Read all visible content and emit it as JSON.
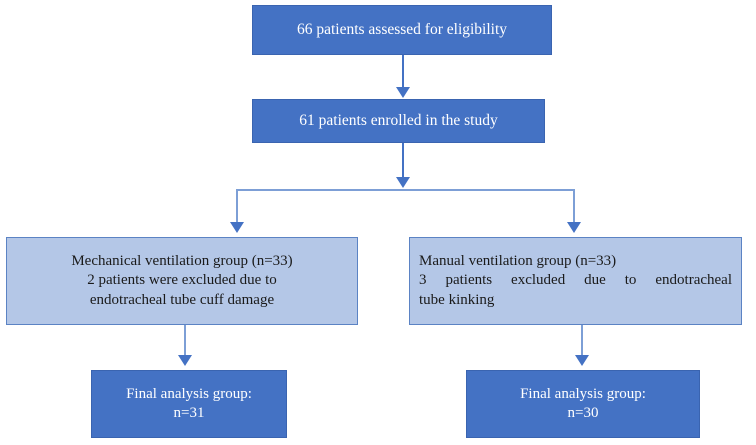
{
  "figure": {
    "type": "flowchart",
    "orientation": "top-down",
    "colors": {
      "node_fill_dark": "#4472C4",
      "node_text_dark": "#FFFFFF",
      "node_fill_light": "#B4C7E7",
      "node_text_light": "#1A1A1A",
      "connector": "#7D9FD6",
      "arrowhead": "#4472C4",
      "background": "#FFFFFF"
    }
  },
  "nodes": {
    "assessed": {
      "id": "assessed",
      "style": "dark",
      "lines": [
        "66 patients assessed for eligibility"
      ]
    },
    "enrolled": {
      "id": "enrolled",
      "style": "dark",
      "lines": [
        "61 patients enrolled in the study"
      ]
    },
    "mechanical_group": {
      "id": "mechanical-ventilation-group",
      "style": "light",
      "lines": [
        "Mechanical ventilation group (n=33)",
        "2 patients were excluded due to",
        "endotracheal tube cuff damage"
      ]
    },
    "manual_group": {
      "id": "manual-ventilation-group",
      "style": "light",
      "lines": [
        "Manual ventilation group (n=33)",
        "3 patients excluded due to endotracheal",
        "tube kinking"
      ]
    },
    "final_left": {
      "id": "final-analysis-group-left",
      "style": "dark",
      "lines": [
        "Final analysis group:",
        "n=31"
      ]
    },
    "final_right": {
      "id": "final-analysis-group-right",
      "style": "dark",
      "lines": [
        "Final analysis group:",
        "n=30"
      ]
    }
  }
}
